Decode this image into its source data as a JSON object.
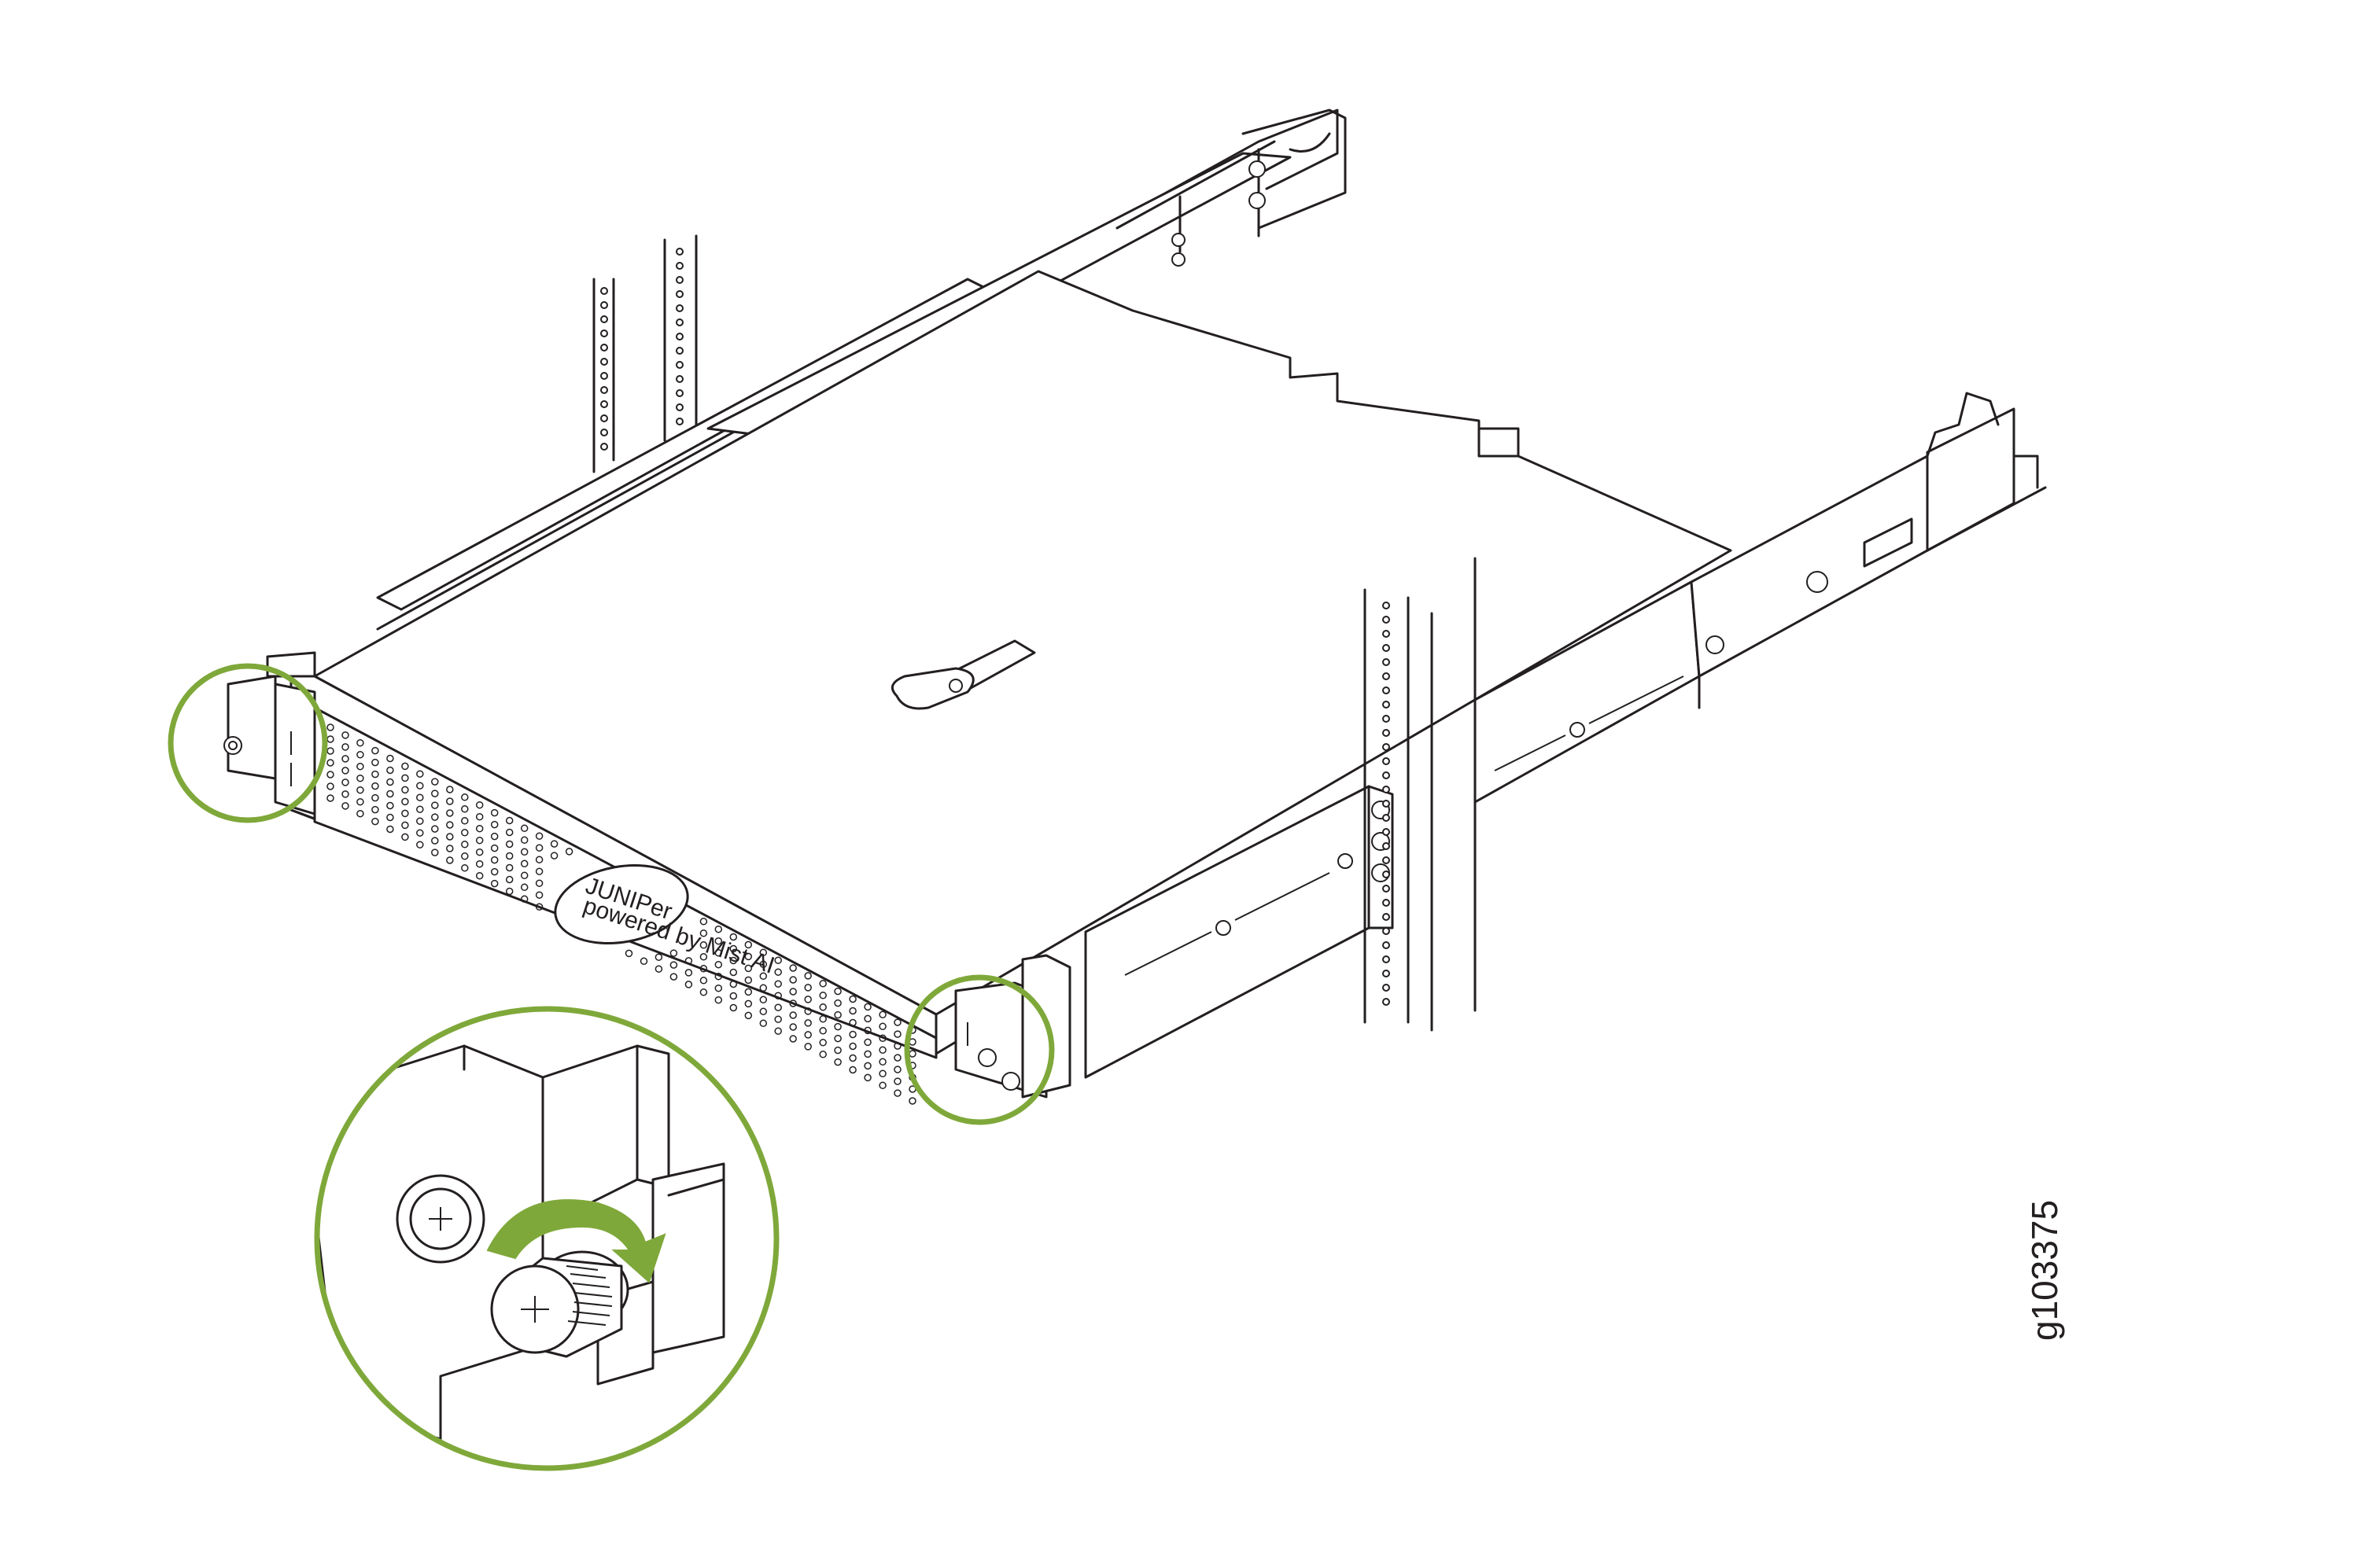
{
  "figure": {
    "id_label": "g103375",
    "logo_text": "JUNIPer",
    "logo_subtext": "powered by Mist AI"
  },
  "colors": {
    "callout": "#7fa83a",
    "arrow": "#7fa83a",
    "line": "#231f20",
    "background": "#ffffff"
  },
  "icons": {
    "rack_posts": "rack-post-icon",
    "device": "network-appliance-icon",
    "captive_screw": "captive-screw-icon",
    "rotation_arrow": "clockwise-arrow-icon"
  }
}
